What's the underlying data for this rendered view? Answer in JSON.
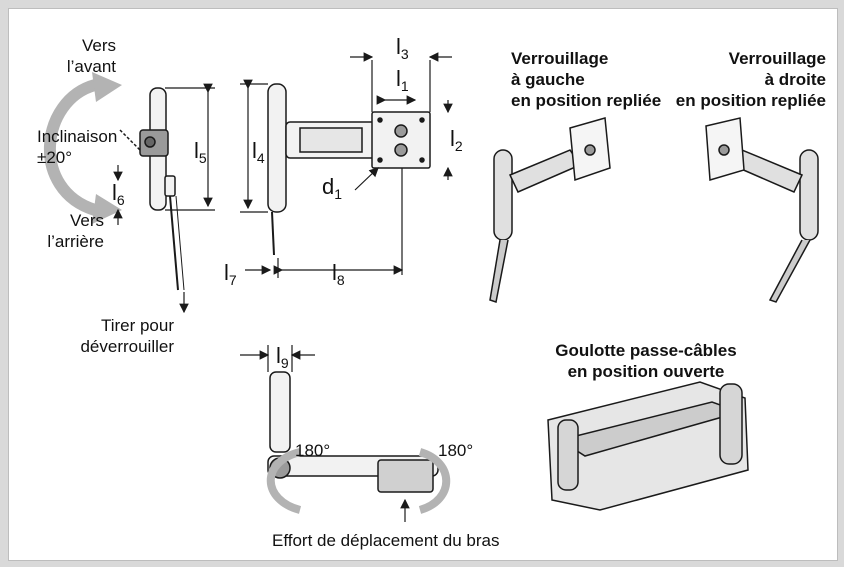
{
  "labels": {
    "forward": "Vers\nl’avant",
    "tilt": "Inclinaison\n±20°",
    "backward": "Vers\nl’arrière",
    "pull": "Tirer pour\ndéverrouiller",
    "lock_left": "Verrouillage\nà gauche\nen position repliée",
    "lock_right": "Verrouillage\nà droite\nen position repliée",
    "cable": "Goulotte passe-câbles\nen position ouverte",
    "rot_left": "180°",
    "rot_right": "180°",
    "effort": "Effort de déplacement du bras"
  },
  "dimensions": [
    {
      "letter": "l",
      "sub": "1"
    },
    {
      "letter": "l",
      "sub": "2"
    },
    {
      "letter": "l",
      "sub": "3"
    },
    {
      "letter": "l",
      "sub": "4"
    },
    {
      "letter": "l",
      "sub": "5"
    },
    {
      "letter": "l",
      "sub": "6"
    },
    {
      "letter": "l",
      "sub": "7"
    },
    {
      "letter": "l",
      "sub": "8"
    },
    {
      "letter": "l",
      "sub": "9"
    },
    {
      "letter": "d",
      "sub": "1"
    }
  ],
  "colors": {
    "background": "#d9d9d9",
    "panel": "#ffffff",
    "arrow": "#b3b3b3",
    "line": "#1a1a1a",
    "metal": "#9a9a9a"
  }
}
